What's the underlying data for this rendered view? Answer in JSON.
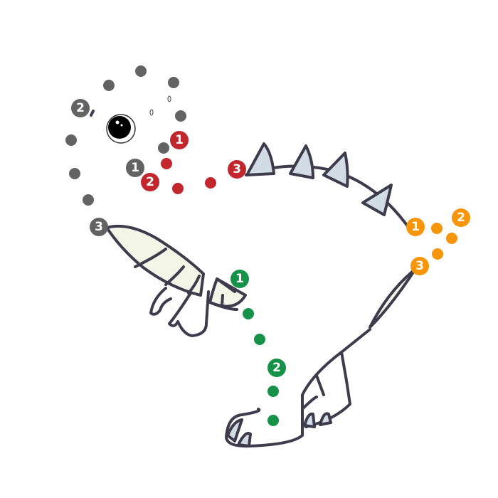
{
  "puzzle": {
    "colors": {
      "gray": "#636363",
      "red": "#c1272d",
      "orange": "#f7950b",
      "green": "#169248",
      "outline": "#3e3b4c",
      "cream": "#f3f6e6",
      "spike": "#d1dce4"
    },
    "gray_labels": [
      "1",
      "2",
      "3"
    ],
    "red_labels": [
      "1",
      "2",
      "3"
    ],
    "orange_labels": [
      "1",
      "2",
      "3"
    ],
    "green_labels": [
      "1",
      "2"
    ]
  }
}
